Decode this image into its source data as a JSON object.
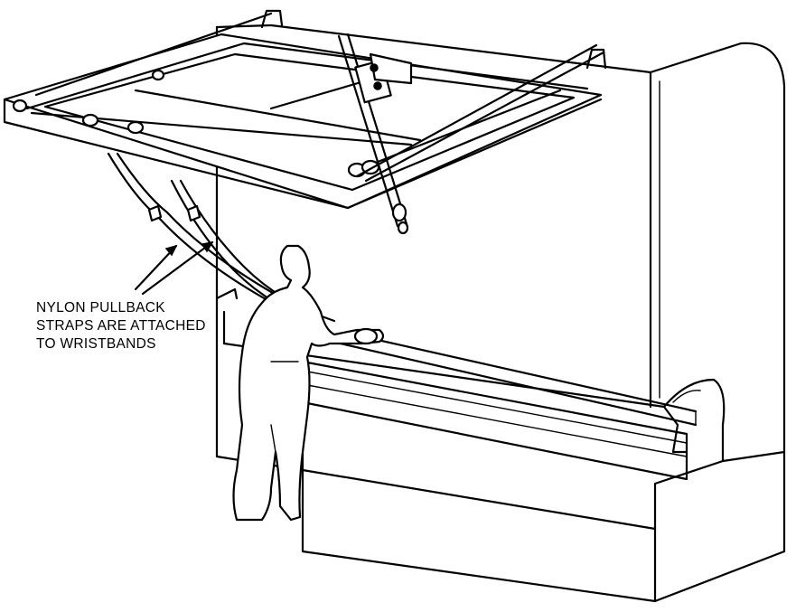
{
  "callout": {
    "lines": [
      "NYLON PULLBACK",
      "STRAPS ARE ATTACHED",
      "TO WRISTBANDS"
    ]
  },
  "colors": {
    "ink": "#000000",
    "paper": "#ffffff"
  }
}
